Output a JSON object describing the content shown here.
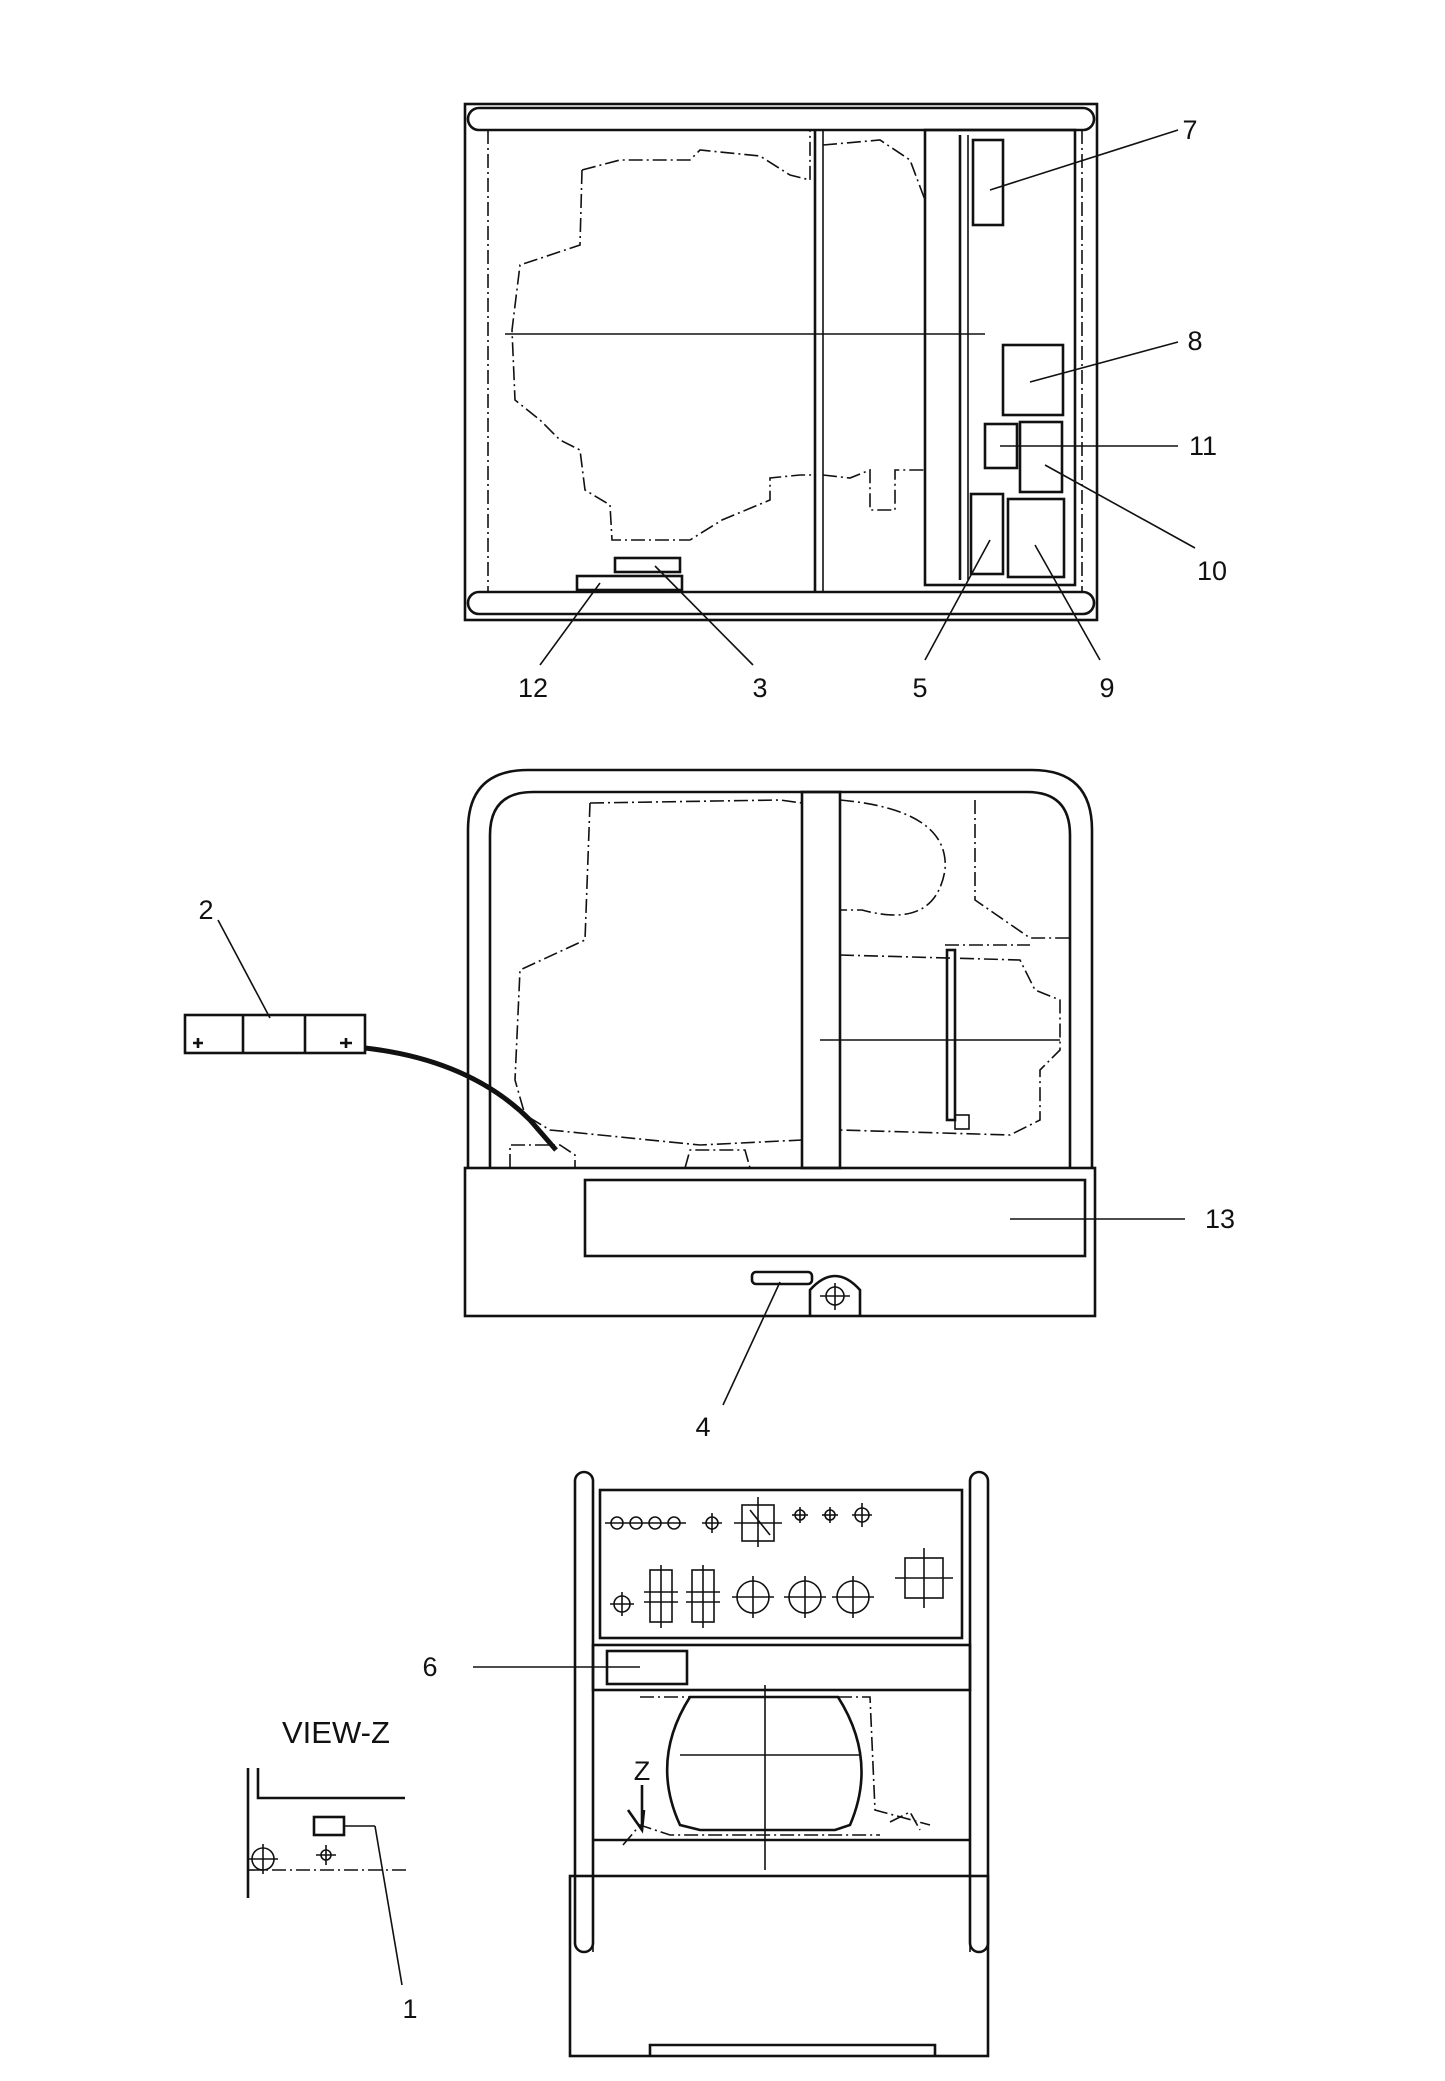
{
  "labels": {
    "p1": "1",
    "p2": "2",
    "p3": "3",
    "p4": "4",
    "p5": "5",
    "p6": "6",
    "p7": "7",
    "p8": "8",
    "p9": "9",
    "p10": "10",
    "p11": "11",
    "p12": "12",
    "p13": "13"
  },
  "view_title": "VIEW-Z",
  "view_marker": "Z"
}
